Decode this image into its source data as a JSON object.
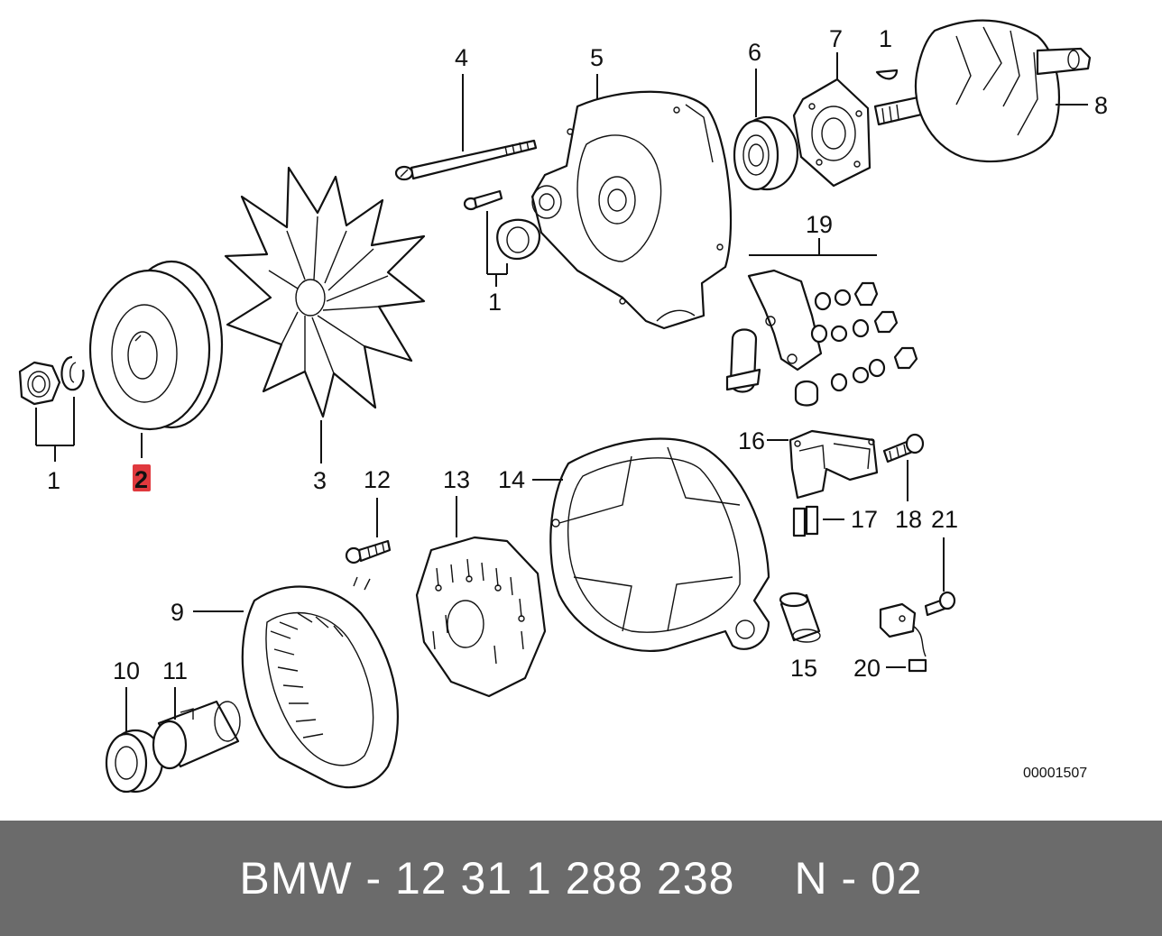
{
  "diagram": {
    "drawing_number": "00001507",
    "highlighted_label": "2",
    "labels": {
      "nut_washer_set": "1",
      "pulley": "2",
      "fan": "3",
      "long_bolt": "4",
      "drive_end_housing": "5",
      "bearing_front": "6",
      "bearing_plate": "7",
      "woodruff_key": "1",
      "rotor": "8",
      "screw_spacer_set": "1",
      "hardware_kit": "19",
      "regulator": "16",
      "brush": "17",
      "regulator_screw": "18",
      "screw_21": "21",
      "suppressor_20": "20",
      "sleeve": "15",
      "slip_ring_housing": "14",
      "rectifier": "13",
      "rectifier_screw": "12",
      "stator": "9",
      "bearing_rear": "10",
      "bush": "11"
    }
  },
  "footer": {
    "part_number_text": "BMW - 12 31 1 288 238",
    "position_text": "N - 02"
  }
}
